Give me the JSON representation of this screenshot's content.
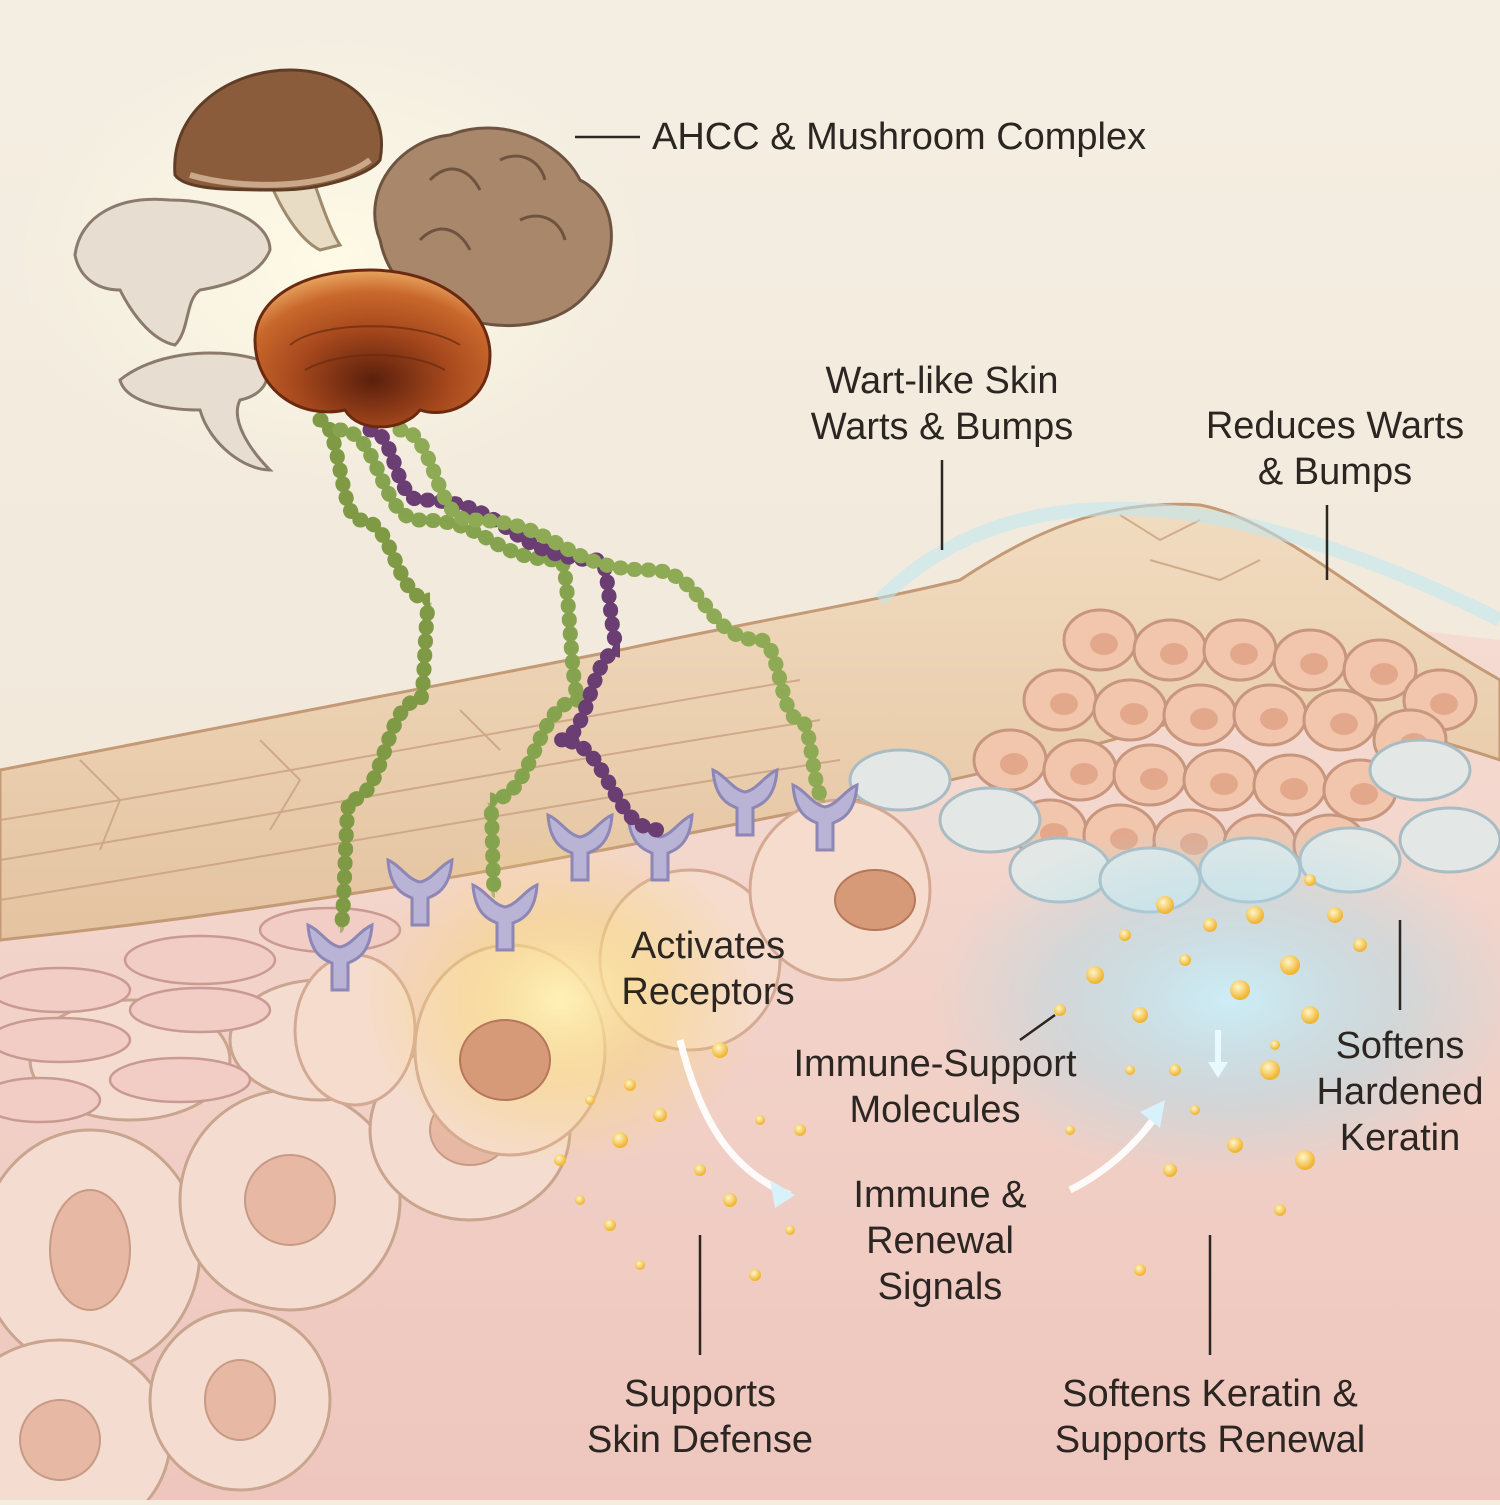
{
  "labels": {
    "mushroom_complex": "AHCC & Mushroom Complex",
    "wart_like_skin": "Wart-like Skin\nWarts & Bumps",
    "reduces_warts": "Reduces Warts\n& Bumps",
    "activates_receptors": "Activates\nReceptors",
    "immune_support_molecules": "Immune-Support\nMolecules",
    "softens_hardened_keratin": "Softens\nHardened\nKeratin",
    "immune_renewal_signals": "Immune &\nRenewal\nSignals",
    "supports_skin_defense": "Supports\nSkin Defense",
    "softens_keratin_renewal": "Softens Keratin &\nSupports Renewal"
  },
  "colors": {
    "background": "#f3ecdf",
    "skin_surface": "#e8c9a6",
    "dermis": "#f0cfc6",
    "cells": "#f4d9c8",
    "chain_green": "#7f9a45",
    "chain_purple": "#6a3d73",
    "receptor": "#b9b3d6",
    "signal_glow": "#f6c84a",
    "renewal_blue": "#a8dcec",
    "reishi": "#a4471c",
    "shiitake": "#8a5c3c"
  },
  "icons": [
    "shiitake-mushroom-icon",
    "maitake-mushroom-icon",
    "oyster-mushroom-icon",
    "reishi-mushroom-icon"
  ]
}
